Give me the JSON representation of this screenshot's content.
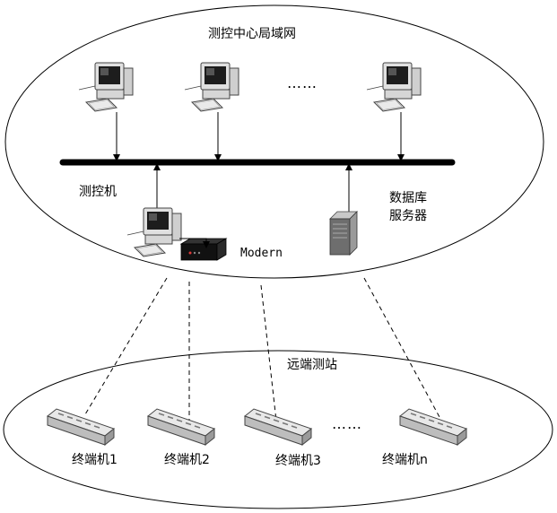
{
  "top_network": {
    "title": "测控中心局域网",
    "ellipsis": "……",
    "control_computer_label": "测控机",
    "modem_label": "Modern",
    "db_server_label": [
      "数据库",
      "服务器"
    ]
  },
  "remote": {
    "title": "远端测站",
    "ellipsis": "……",
    "terminals": [
      "终端机1",
      "终端机2",
      "终端机3",
      "终端机n"
    ]
  },
  "icons": {
    "computer": "desktop-computer-icon",
    "server": "server-tower-icon",
    "modem": "modem-icon",
    "terminal": "terminal-device-icon"
  },
  "colors": {
    "line": "#000000",
    "bus": "#000000",
    "monitor_frame": "#d9d9d9",
    "modem_body": "#1a1a1a",
    "terminal_body": "#d0d0d0"
  }
}
